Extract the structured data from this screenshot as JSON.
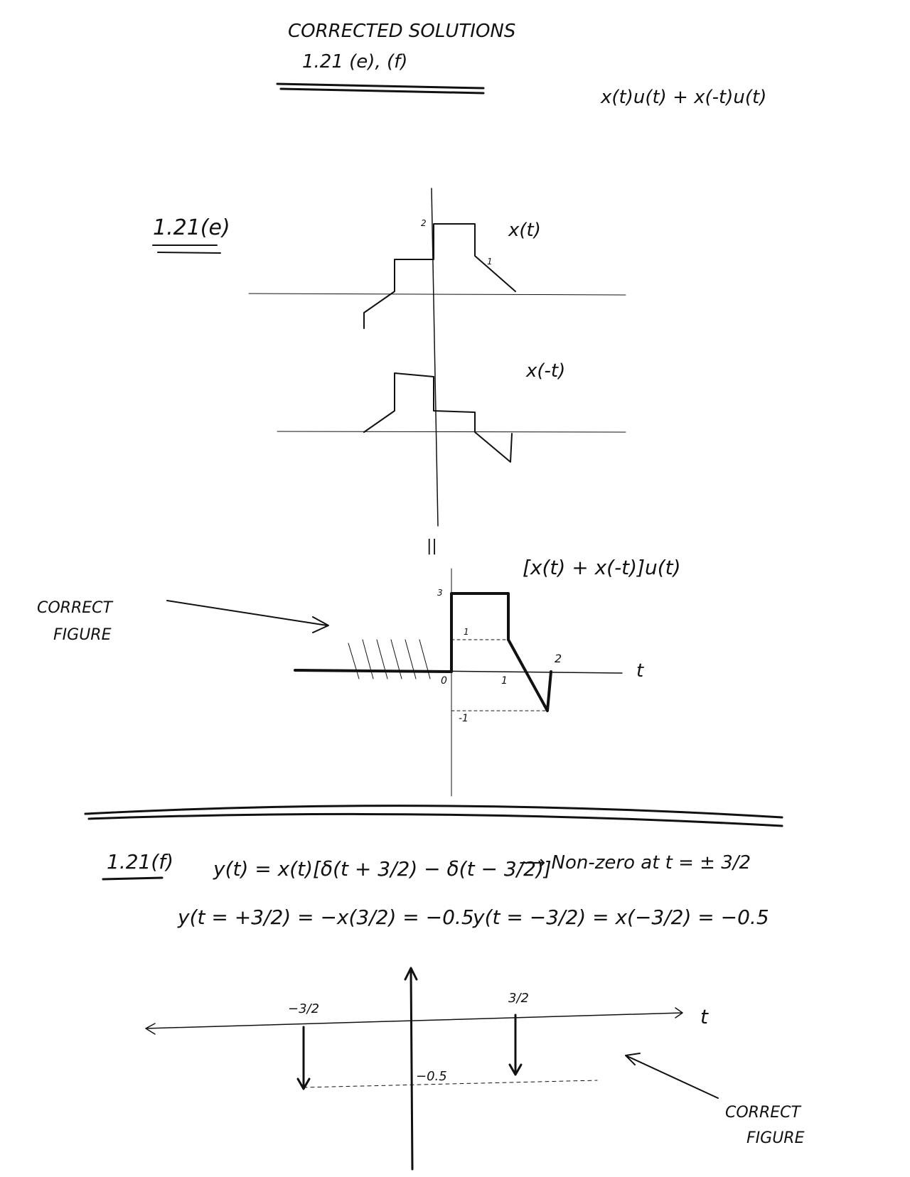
{
  "header": {
    "title": "CORRECTED SOLUTIONS",
    "subtitle": "1.21 (e), (f)",
    "expression": "x(t)u(t) + x(-t)u(t)"
  },
  "part_e": {
    "label": "1.21(e)",
    "plot1": {
      "label": "x(t)",
      "tick_2": "2",
      "tick_1": "1"
    },
    "plot2": {
      "label": "x(-t)"
    },
    "equals": "||",
    "plot3": {
      "label": "[x(t) + x(-t)]u(t)",
      "tick_3": "3",
      "tick_1y": "1",
      "tick_0": "0",
      "tick_1x": "1",
      "tick_2x": "2",
      "tick_m1": "-1",
      "axis": "t"
    },
    "note": [
      "CORRECT",
      "FIGURE"
    ]
  },
  "part_f": {
    "label": "1.21(f)",
    "eq1": "y(t) = x(t)[δ(t + 3/2) − δ(t − 3/2)]",
    "eq1_result": "⟶ Non-zero at t = ± 3/2",
    "eq2a": "y(t = +3/2) = −x(3/2) = −0.5",
    "eq2b": "y(t = −3/2) = x(−3/2) = −0.5",
    "plot": {
      "tick_neg": "−3/2",
      "tick_pos": "3/2",
      "value": "−0.5",
      "axis": "t"
    },
    "note": [
      "CORRECT",
      "FIGURE"
    ]
  }
}
